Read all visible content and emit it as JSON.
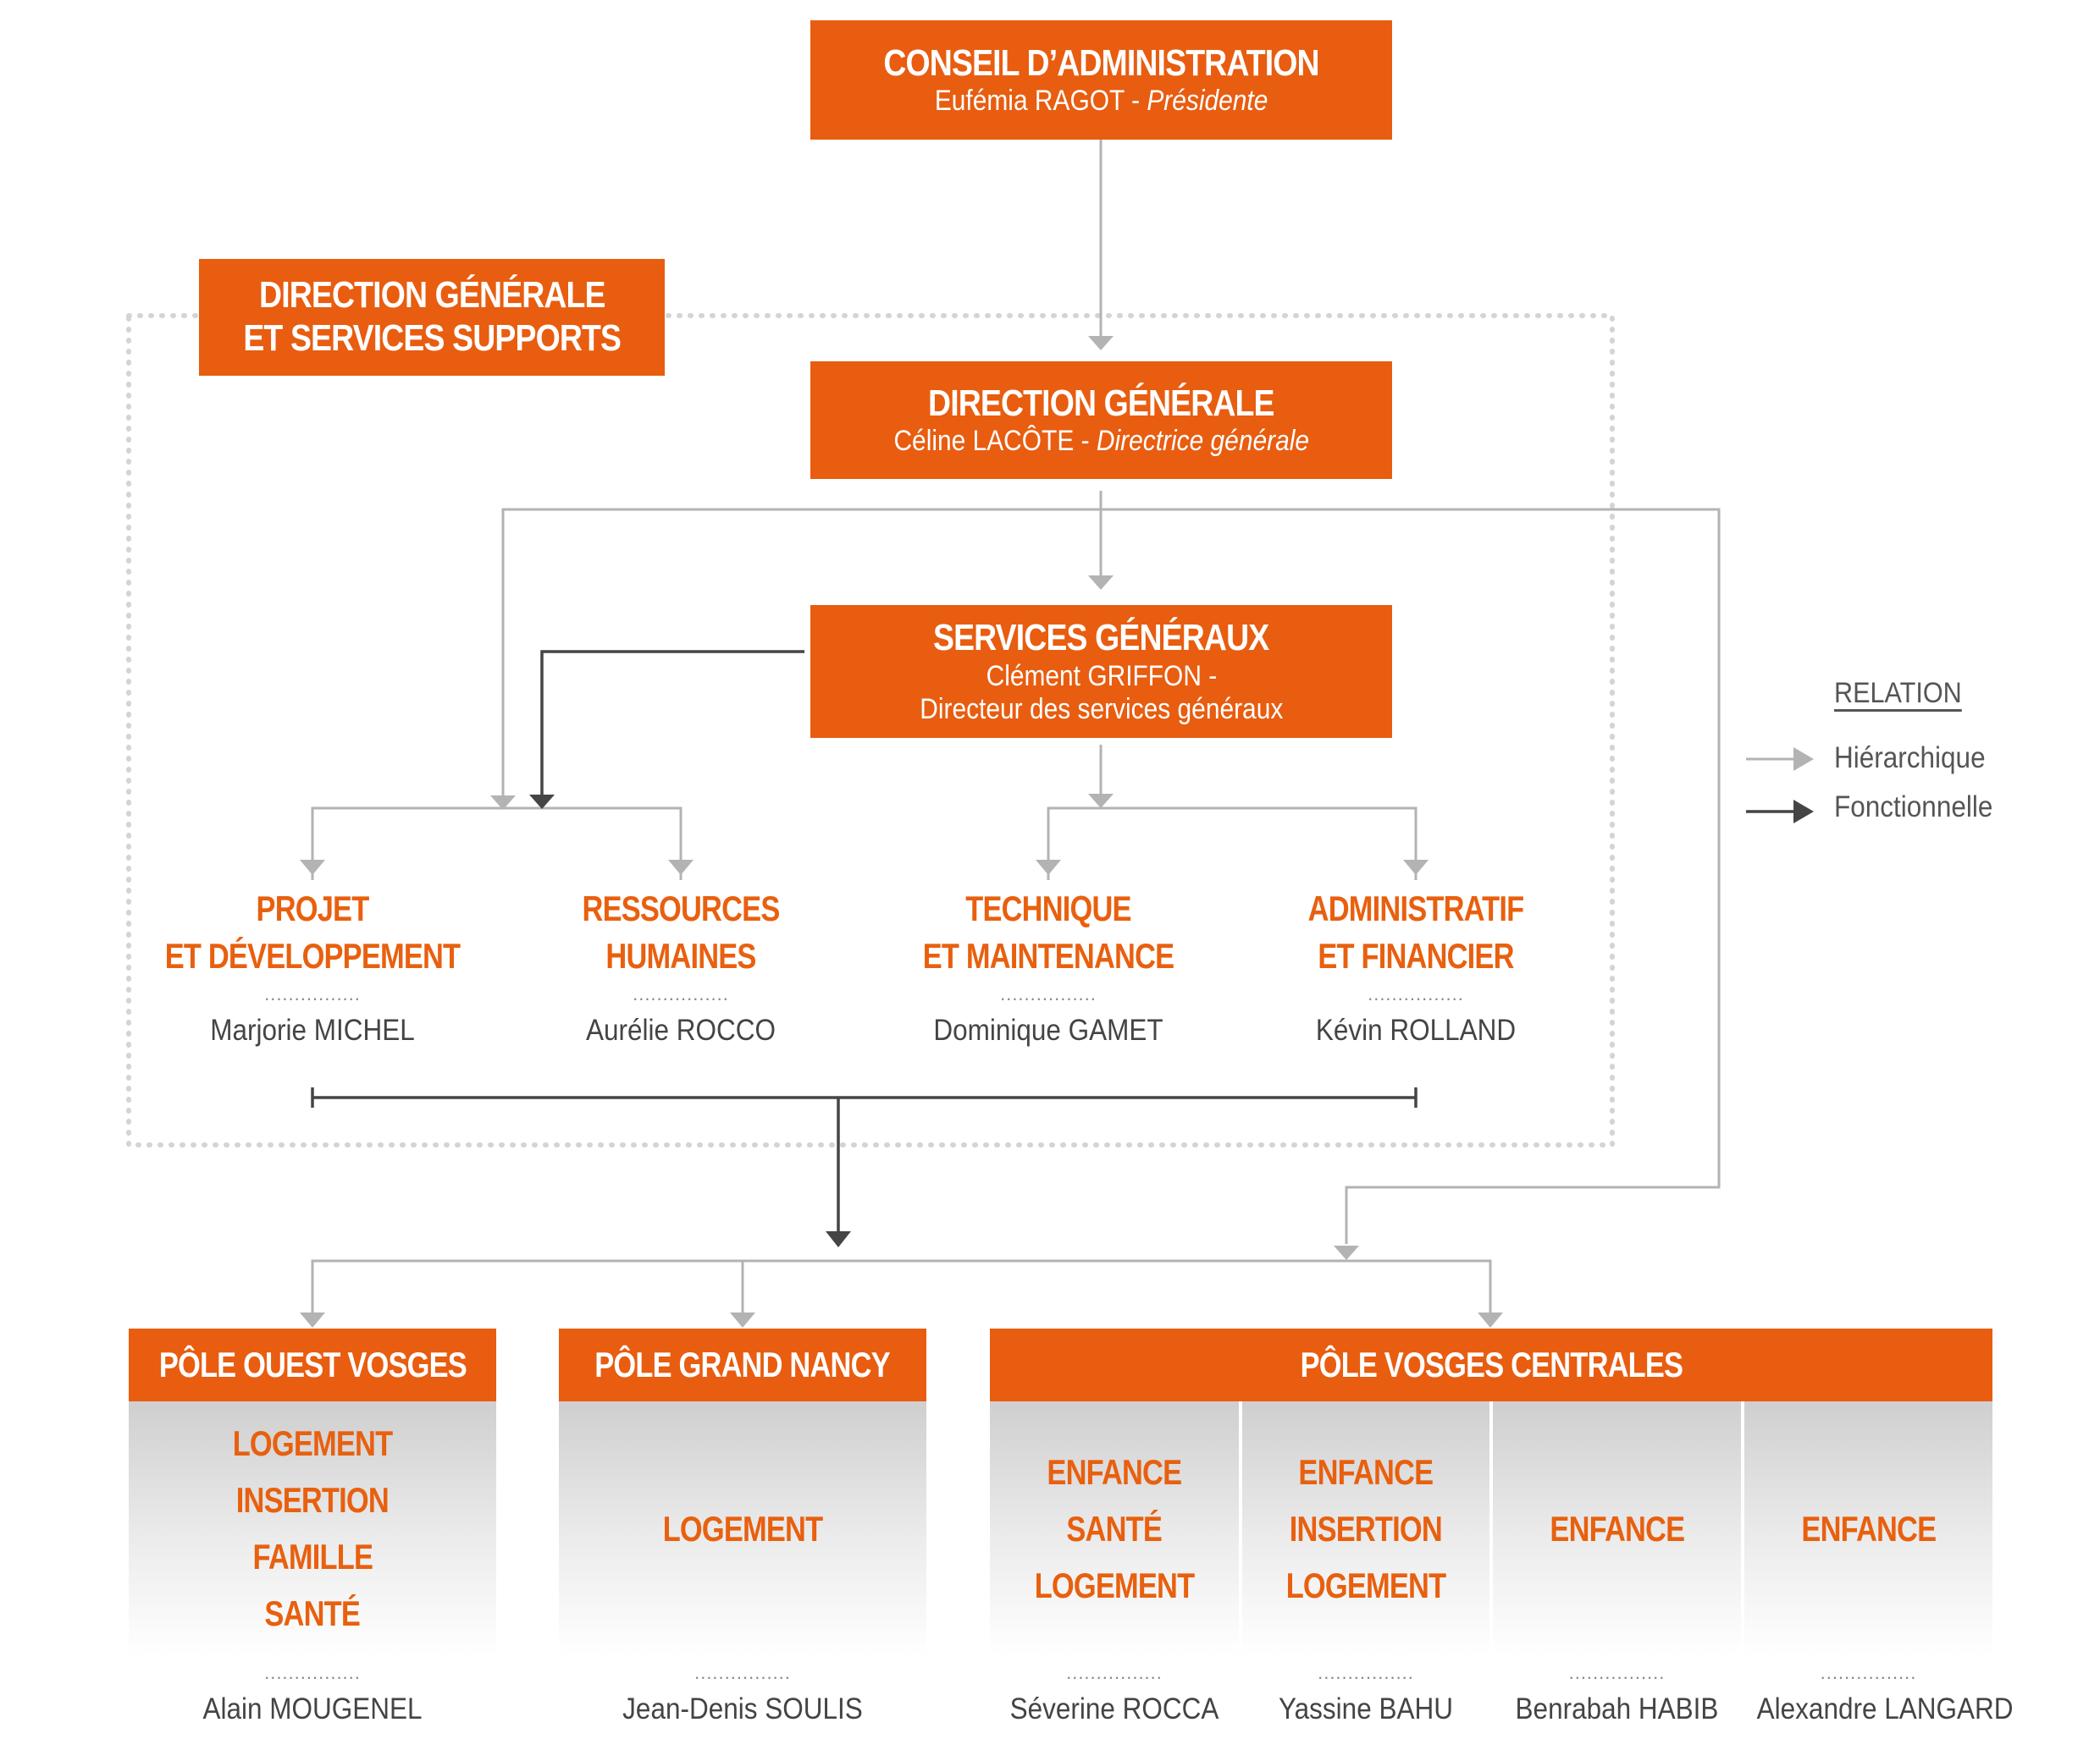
{
  "colors": {
    "accent": "#e85d10",
    "hierarchy_line": "#b3b3b3",
    "functional_line": "#454545",
    "dotted_frame": "#d4d4d4"
  },
  "board": {
    "title": "CONSEIL D’ADMINISTRATION",
    "person": "Eufémia RAGOT",
    "role": "Présidente"
  },
  "group_label": {
    "line1": "DIRECTION GÉNÉRALE",
    "line2": "ET SERVICES SUPPORTS"
  },
  "direction": {
    "title": "DIRECTION GÉNÉRALE",
    "person": "Céline LACÔTE",
    "role": "Directrice générale"
  },
  "services": {
    "title": "SERVICES GÉNÉRAUX",
    "line1": "Clément GRIFFON -",
    "line2": "Directeur des services généraux"
  },
  "departments": [
    {
      "line1": "PROJET",
      "line2": "ET DÉVELOPPEMENT",
      "dots": "................",
      "person": "Marjorie MICHEL"
    },
    {
      "line1": "RESSOURCES",
      "line2": "HUMAINES",
      "dots": "................",
      "person": "Aurélie ROCCO"
    },
    {
      "line1": "TECHNIQUE",
      "line2": "ET MAINTENANCE",
      "dots": "................",
      "person": "Dominique GAMET"
    },
    {
      "line1": "ADMINISTRATIF",
      "line2": "ET FINANCIER",
      "dots": "................",
      "person": "Kévin ROLLAND"
    }
  ],
  "poles": [
    {
      "name": "PÔLE OUEST VOSGES",
      "activities": [
        "LOGEMENT",
        "INSERTION",
        "FAMILLE",
        "SANTÉ"
      ],
      "dots": "................",
      "person": "Alain MOUGENEL"
    },
    {
      "name": "PÔLE GRAND NANCY",
      "activities": [
        "LOGEMENT"
      ],
      "dots": "................",
      "person": "Jean-Denis SOULIS"
    },
    {
      "name": "PÔLE VOSGES CENTRALES",
      "sections": [
        {
          "activities": [
            "ENFANCE",
            "SANTÉ",
            "LOGEMENT"
          ],
          "dots": "................",
          "person": "Séverine ROCCA"
        },
        {
          "activities": [
            "ENFANCE",
            "INSERTION",
            "LOGEMENT"
          ],
          "dots": "................",
          "person": "Yassine BAHU"
        },
        {
          "activities": [
            "ENFANCE"
          ],
          "dots": "................",
          "person": "Benrabah HABIB"
        },
        {
          "activities": [
            "ENFANCE"
          ],
          "dots": "................",
          "person": "Alexandre LANGARD"
        }
      ]
    }
  ],
  "legend": {
    "title": "RELATION",
    "hierarchical": "Hiérarchique",
    "functional": "Fonctionnelle"
  }
}
